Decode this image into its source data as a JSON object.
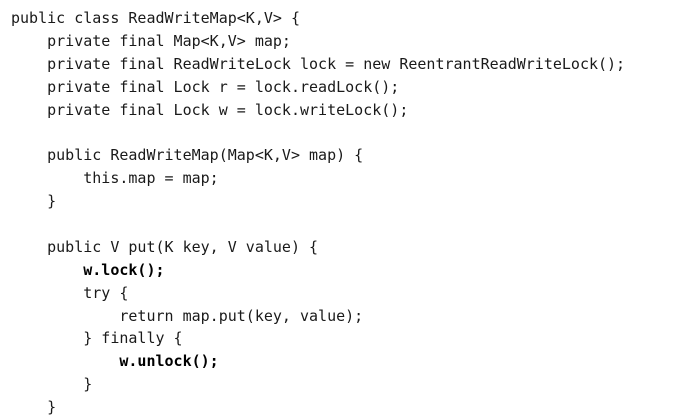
{
  "code": {
    "lines": [
      {
        "text": "public class ReadWriteMap<K,V> {",
        "bold": false
      },
      {
        "text": "    private final Map<K,V> map;",
        "bold": false
      },
      {
        "text": "    private final ReadWriteLock lock = new ReentrantReadWriteLock();",
        "bold": false
      },
      {
        "text": "    private final Lock r = lock.readLock();",
        "bold": false
      },
      {
        "text": "    private final Lock w = lock.writeLock();",
        "bold": false
      },
      {
        "text": "",
        "bold": false
      },
      {
        "text": "    public ReadWriteMap(Map<K,V> map) {",
        "bold": false
      },
      {
        "text": "        this.map = map;",
        "bold": false
      },
      {
        "text": "    }",
        "bold": false
      },
      {
        "text": "",
        "bold": false
      },
      {
        "text": "    public V put(K key, V value) {",
        "bold": false
      },
      {
        "text": "        w.lock();",
        "bold": true
      },
      {
        "text": "        try {",
        "bold": false
      },
      {
        "text": "            return map.put(key, value);",
        "bold": false
      },
      {
        "text": "        } finally {",
        "bold": false
      },
      {
        "text": "            w.unlock();",
        "bold": true
      },
      {
        "text": "        }",
        "bold": false
      },
      {
        "text": "    }",
        "bold": false
      }
    ]
  }
}
